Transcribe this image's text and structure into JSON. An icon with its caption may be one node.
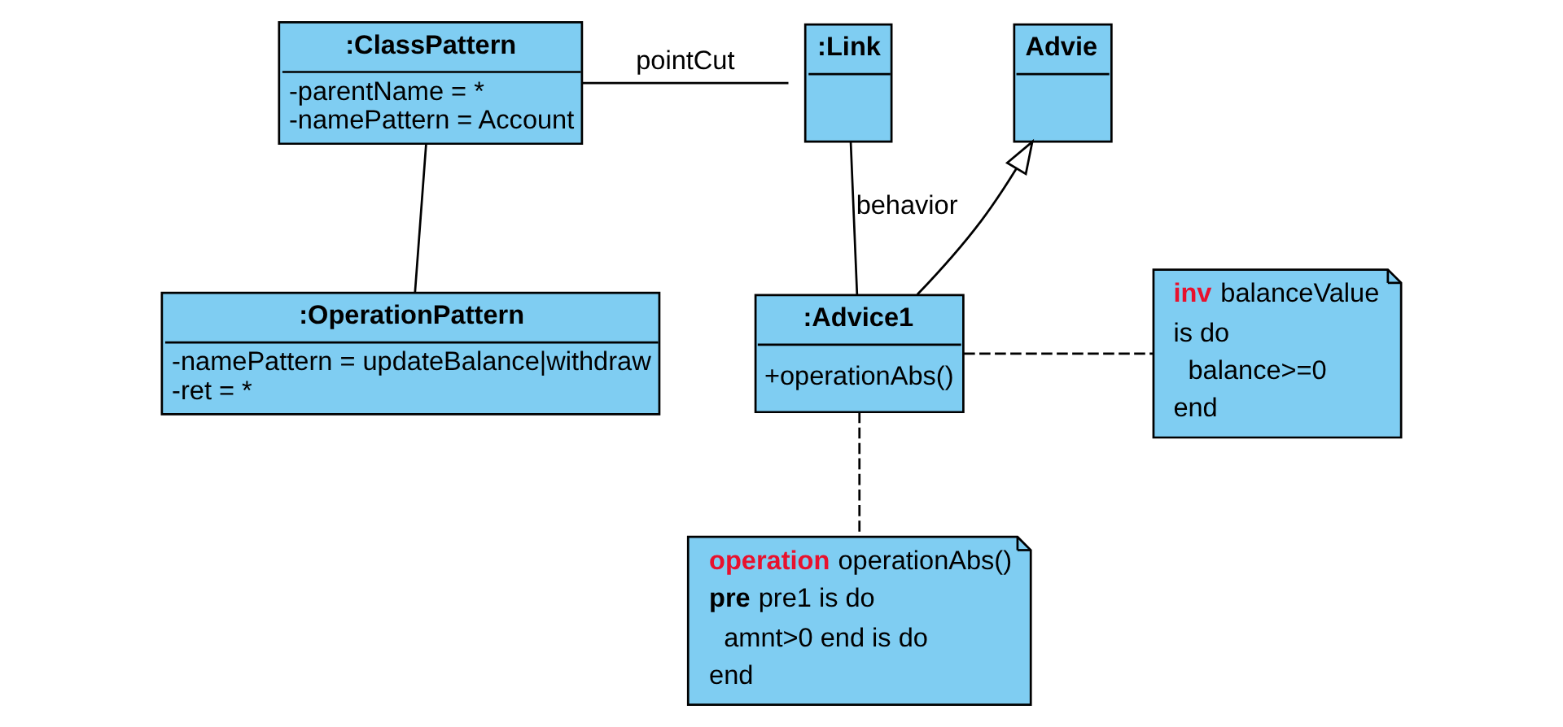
{
  "diagram": {
    "nodes": [
      {
        "text": [
          ":ClassPattern",
          "-parentName = *",
          "-namePattern = Account"
        ]
      },
      {
        "text": [
          ":Link"
        ]
      },
      {
        "text": [
          "Advie"
        ]
      },
      {
        "text": [
          ":OperationPattern",
          "-namePattern = updateBalance|withdraw",
          "-ret = *"
        ]
      },
      {
        "text": [
          ":Advice1",
          "+operationAbs()"
        ]
      },
      {
        "text": [
          "**inv** balanceValue",
          "is do",
          "balance>=0",
          "end"
        ]
      },
      {
        "text": [
          "**operation** operationAbs()",
          "**pre** pre1 is do",
          "amnt>0 end is do",
          "end"
        ]
      }
    ],
    "edges": [
      {
        "from": 0,
        "to": 1,
        "arrow": "none",
        "label": "pointCut"
      },
      {
        "from": 0,
        "to": 3,
        "arrow": "none"
      },
      {
        "from": 1,
        "to": 4,
        "arrow": "none",
        "label": "behavior"
      },
      {
        "from": 4,
        "to": 2,
        "arrow": "to"
      },
      {
        "from": 4,
        "to": 5,
        "arrow": "none",
        "style": "dashed"
      },
      {
        "from": 4,
        "to": 6,
        "arrow": "none",
        "style": "dashed"
      }
    ]
  }
}
